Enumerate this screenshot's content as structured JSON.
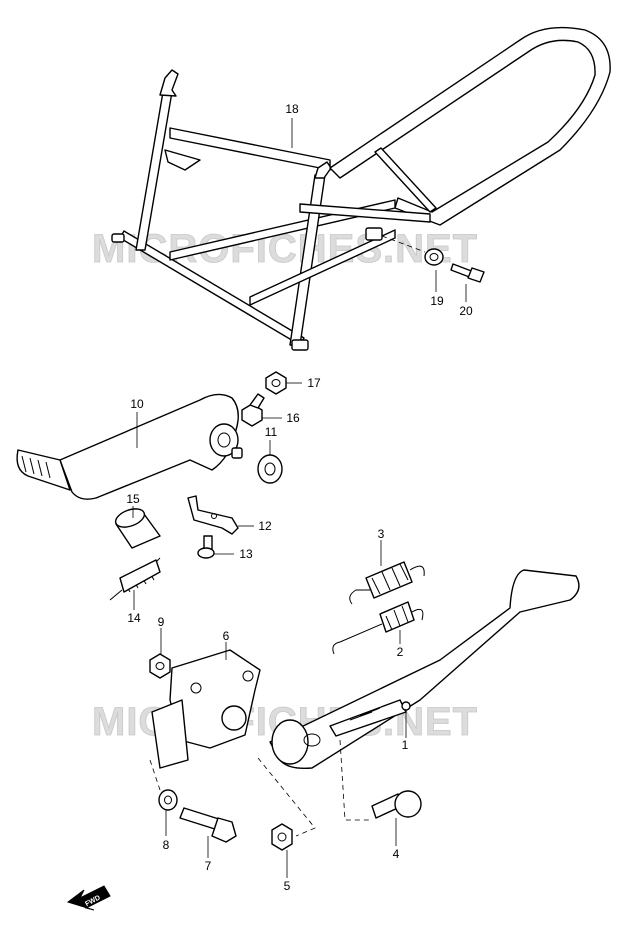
{
  "watermark": "MICROFICHES.NET",
  "direction_label": "FWD",
  "callouts": {
    "p1": "1",
    "p2": "2",
    "p3": "3",
    "p4": "4",
    "p5": "5",
    "p6": "6",
    "p7": "7",
    "p8": "8",
    "p9": "9",
    "p10": "10",
    "p11": "11",
    "p12": "12",
    "p13": "13",
    "p14": "14",
    "p15": "15",
    "p16": "16",
    "p17": "17",
    "p18": "18",
    "p19": "19",
    "p20": "20"
  }
}
